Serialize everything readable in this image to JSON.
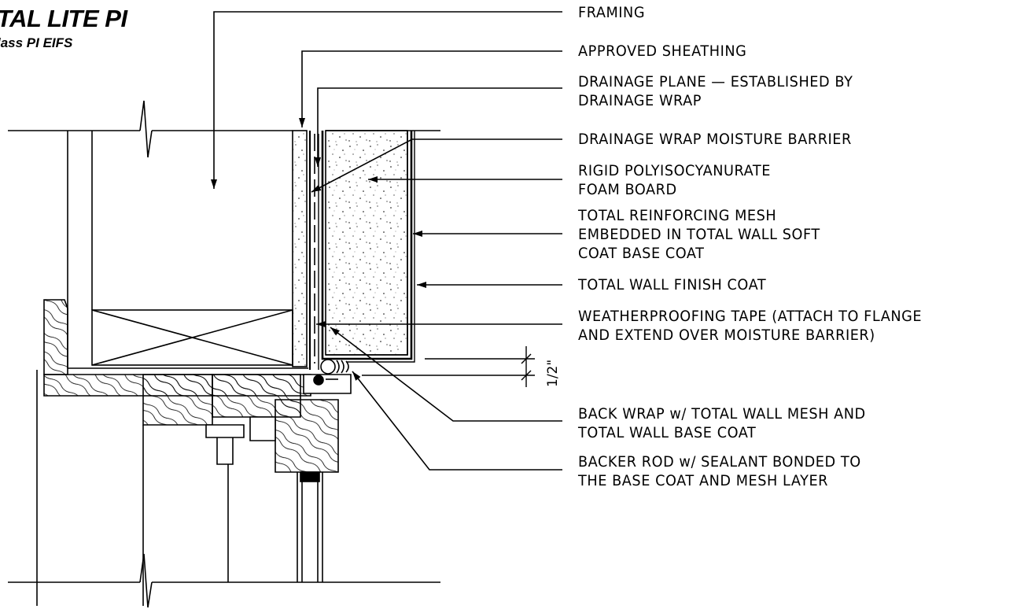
{
  "title": "TAL LITE PI",
  "subtitle": "lass PI EIFS",
  "labels": {
    "framing": "FRAMING",
    "sheathing": "APPROVED SHEATHING",
    "drainage_plane": "DRAINAGE PLANE — ESTABLISHED BY\nDRAINAGE WRAP",
    "moisture_barrier": "DRAINAGE WRAP MOISTURE BARRIER",
    "foam_board": "RIGID POLYISOCYANURATE\nFOAM BOARD",
    "mesh": "TOTAL REINFORCING MESH\nEMBEDDED IN TOTAL WALL SOFT\nCOAT BASE COAT",
    "finish_coat": "TOTAL WALL FINISH COAT",
    "weatherproofing_tape": "WEATHERPROOFING TAPE (ATTACH TO FLANGE\nAND EXTEND OVER MOISTURE BARRIER)",
    "back_wrap": "BACK WRAP w/ TOTAL WALL MESH AND\nTOTAL WALL BASE COAT",
    "backer_rod": "BACKER ROD w/ SEALANT BONDED TO\nTHE BASE COAT AND MESH LAYER"
  },
  "dimension": "1/2\""
}
